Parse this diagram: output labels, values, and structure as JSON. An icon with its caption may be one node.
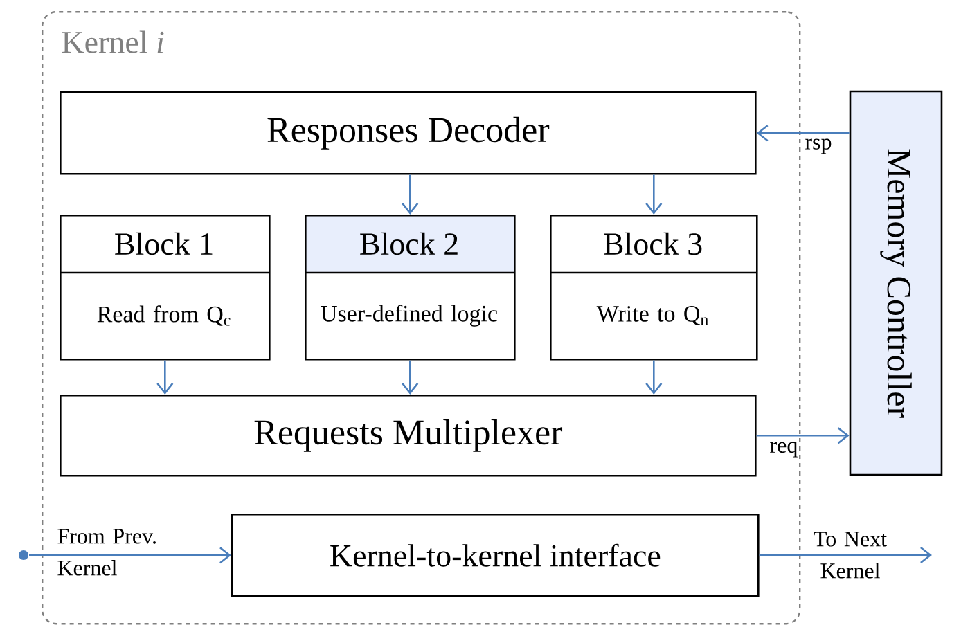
{
  "diagram": {
    "nodes": [
      {
        "text": [
          "Kernel *i*"
        ]
      },
      {
        "text": [
          "Responses Decoder"
        ],
        "in": 0
      },
      {
        "text": [
          "Block 1",
          "Read from Q$_{c}$"
        ],
        "in": 0
      },
      {
        "text": [
          "Block 2",
          "User-defined logic"
        ],
        "in": 0
      },
      {
        "text": [
          "Block 3",
          "Write to Q$_{n}$"
        ],
        "in": 0
      },
      {
        "text": [
          "Requests Multiplexer"
        ],
        "in": 0
      },
      {
        "text": [
          "Kernel-to-kernel interface"
        ],
        "in": 0
      },
      {
        "text": [
          "Memory Controller"
        ]
      }
    ],
    "edges": [
      {
        "from": 7,
        "to": 1,
        "arrow": "to",
        "label": "rsp"
      },
      {
        "from": 1,
        "to": 3,
        "arrow": "to"
      },
      {
        "from": 1,
        "to": 4,
        "arrow": "to"
      },
      {
        "from": 2,
        "to": 5,
        "arrow": "to"
      },
      {
        "from": 3,
        "to": 5,
        "arrow": "to"
      },
      {
        "from": 4,
        "to": 5,
        "arrow": "to"
      },
      {
        "from": 5,
        "to": 7,
        "arrow": "to",
        "label": "req"
      },
      {
        "from": null,
        "to": 6,
        "arrow": "to",
        "label": "From Prev. Kernel"
      },
      {
        "from": 6,
        "to": null,
        "arrow": "to",
        "label": "To Next Kernel"
      }
    ]
  }
}
